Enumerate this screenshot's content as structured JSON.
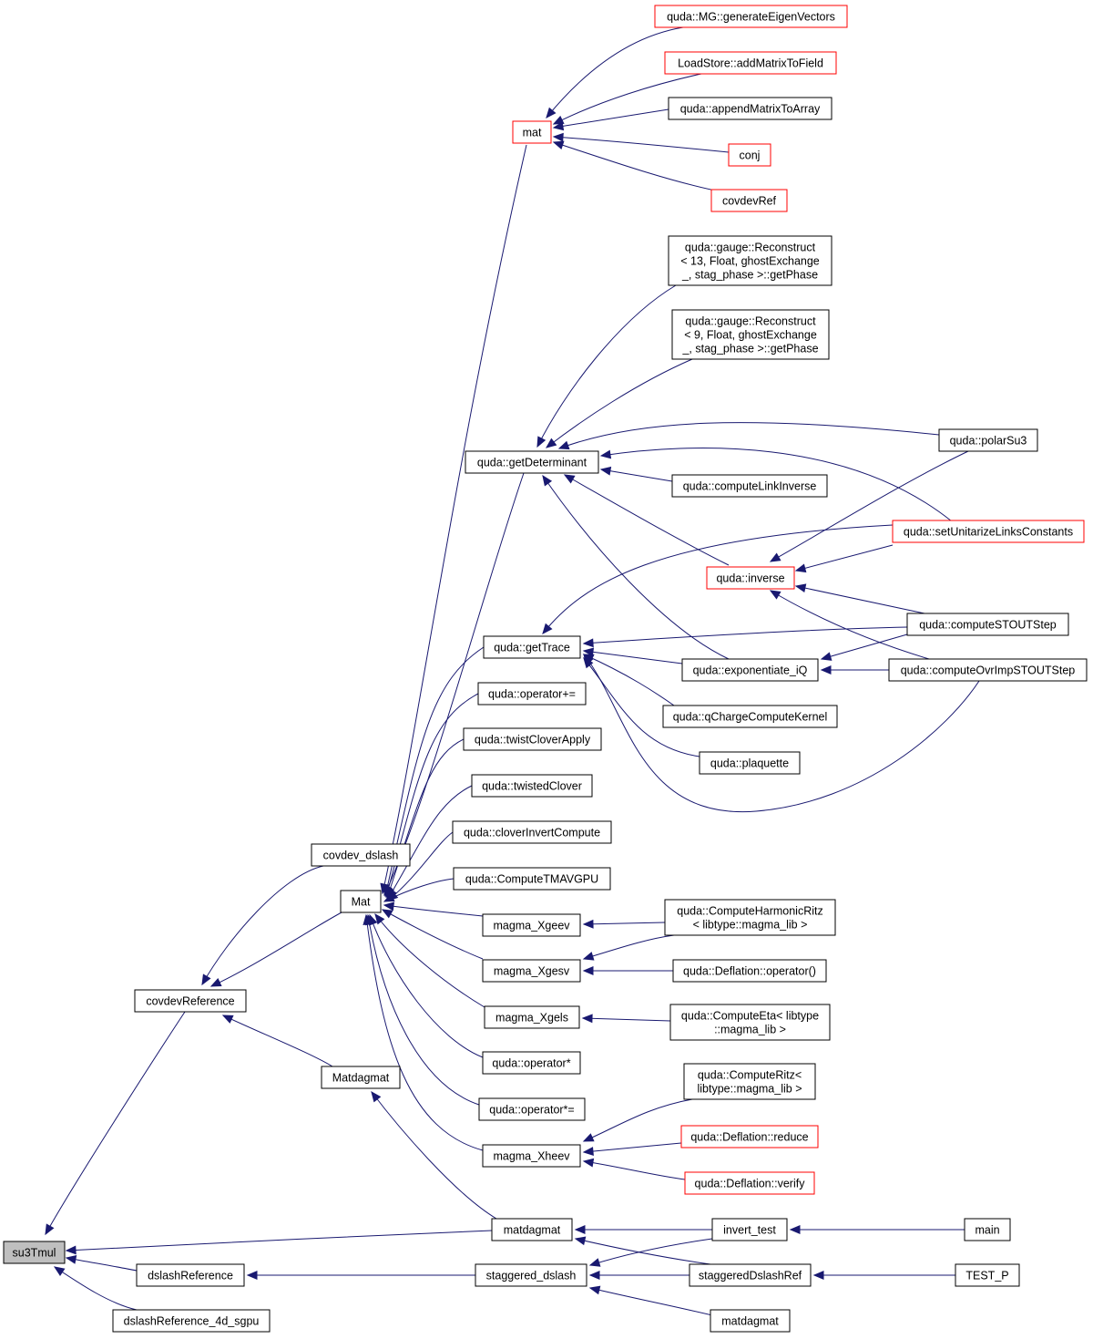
{
  "colors": {
    "edge": "#191970",
    "node_border": "#000000",
    "truncated_border": "#ff0000",
    "root_fill": "#bfbfbf"
  },
  "nodes": [
    {
      "id": "su3Tmul",
      "lines": [
        "su3Tmul"
      ]
    },
    {
      "id": "covdevReference",
      "lines": [
        "covdevReference"
      ]
    },
    {
      "id": "dslashReference",
      "lines": [
        "dslashReference"
      ]
    },
    {
      "id": "dslashReference_4d_sgpu",
      "lines": [
        "dslashReference_4d_sgpu"
      ]
    },
    {
      "id": "matdagmat",
      "lines": [
        "matdagmat"
      ]
    },
    {
      "id": "covdev_dslash",
      "lines": [
        "covdev_dslash"
      ]
    },
    {
      "id": "Mat",
      "lines": [
        "Mat"
      ]
    },
    {
      "id": "Matdagmat",
      "lines": [
        "Matdagmat"
      ]
    },
    {
      "id": "staggered_dslash",
      "lines": [
        "staggered_dslash"
      ]
    },
    {
      "id": "invert_test",
      "lines": [
        "invert_test"
      ]
    },
    {
      "id": "staggeredDslashRef",
      "lines": [
        "staggeredDslashRef"
      ]
    },
    {
      "id": "matdagmat2",
      "lines": [
        "matdagmat"
      ]
    },
    {
      "id": "main",
      "lines": [
        "main"
      ]
    },
    {
      "id": "TEST_P",
      "lines": [
        "TEST_P"
      ]
    },
    {
      "id": "mat",
      "lines": [
        "mat"
      ]
    },
    {
      "id": "getDeterminant",
      "lines": [
        "quda::getDeterminant"
      ]
    },
    {
      "id": "getTrace",
      "lines": [
        "quda::getTrace"
      ]
    },
    {
      "id": "opPlusEq",
      "lines": [
        "quda::operator+="
      ]
    },
    {
      "id": "twistCloverApply",
      "lines": [
        "quda::twistCloverApply"
      ]
    },
    {
      "id": "twistedClover",
      "lines": [
        "quda::twistedClover"
      ]
    },
    {
      "id": "cloverInvertCompute",
      "lines": [
        "quda::cloverInvertCompute"
      ]
    },
    {
      "id": "ComputeTMAVGPU",
      "lines": [
        "quda::ComputeTMAVGPU"
      ]
    },
    {
      "id": "magma_Xgeev",
      "lines": [
        "magma_Xgeev"
      ]
    },
    {
      "id": "magma_Xgesv",
      "lines": [
        "magma_Xgesv"
      ]
    },
    {
      "id": "magma_Xgels",
      "lines": [
        "magma_Xgels"
      ]
    },
    {
      "id": "opMul",
      "lines": [
        "quda::operator*"
      ]
    },
    {
      "id": "opMulEq",
      "lines": [
        "quda::operator*="
      ]
    },
    {
      "id": "magma_Xheev",
      "lines": [
        "magma_Xheev"
      ]
    },
    {
      "id": "generateEigenVectors",
      "lines": [
        "quda::MG::generateEigenVectors"
      ]
    },
    {
      "id": "addMatrixToField",
      "lines": [
        "LoadStore::addMatrixToField"
      ]
    },
    {
      "id": "appendMatrixToArray",
      "lines": [
        "quda::appendMatrixToArray"
      ]
    },
    {
      "id": "conj",
      "lines": [
        "conj"
      ]
    },
    {
      "id": "covdevRef",
      "lines": [
        "covdevRef"
      ]
    },
    {
      "id": "recon13",
      "lines": [
        "quda::gauge::Reconstruct",
        "< 13, Float, ghostExchange",
        "_, stag_phase >::getPhase"
      ]
    },
    {
      "id": "recon9",
      "lines": [
        "quda::gauge::Reconstruct",
        "< 9, Float, ghostExchange",
        "_, stag_phase >::getPhase"
      ]
    },
    {
      "id": "polarSu3",
      "lines": [
        "quda::polarSu3"
      ]
    },
    {
      "id": "computeLinkInverse",
      "lines": [
        "quda::computeLinkInverse"
      ]
    },
    {
      "id": "setUnitarizeLinksConstants",
      "lines": [
        "quda::setUnitarizeLinksConstants"
      ]
    },
    {
      "id": "inverse",
      "lines": [
        "quda::inverse"
      ]
    },
    {
      "id": "computeSTOUTStep",
      "lines": [
        "quda::computeSTOUTStep"
      ]
    },
    {
      "id": "exponentiate_iQ",
      "lines": [
        "quda::exponentiate_iQ"
      ]
    },
    {
      "id": "computeOvrImpSTOUTStep",
      "lines": [
        "quda::computeOvrImpSTOUTStep"
      ]
    },
    {
      "id": "qChargeComputeKernel",
      "lines": [
        "quda::qChargeComputeKernel"
      ]
    },
    {
      "id": "plaquette",
      "lines": [
        "quda::plaquette"
      ]
    },
    {
      "id": "ComputeHarmonicRitz",
      "lines": [
        "quda::ComputeHarmonicRitz",
        "< libtype::magma_lib >"
      ]
    },
    {
      "id": "DeflationOperator",
      "lines": [
        "quda::Deflation::operator()"
      ]
    },
    {
      "id": "ComputeEta",
      "lines": [
        "quda::ComputeEta< libtype",
        "::magma_lib >"
      ]
    },
    {
      "id": "ComputeRitz",
      "lines": [
        "quda::ComputeRitz<",
        "libtype::magma_lib >"
      ]
    },
    {
      "id": "DeflationReduce",
      "lines": [
        "quda::Deflation::reduce"
      ]
    },
    {
      "id": "DeflationVerify",
      "lines": [
        "quda::Deflation::verify"
      ]
    }
  ]
}
